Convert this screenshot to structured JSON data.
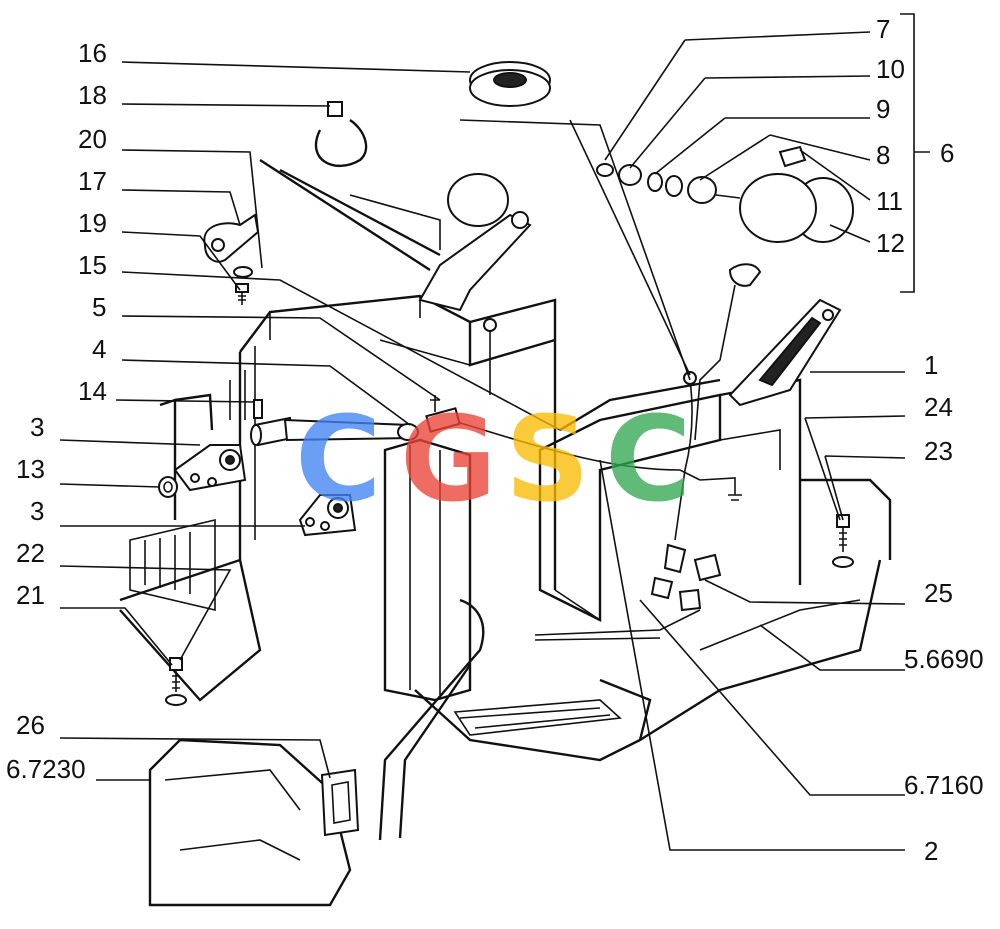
{
  "watermark": {
    "letters": [
      "C",
      "G",
      "S",
      "C"
    ],
    "colors": [
      "#4285F4",
      "#EA4335",
      "#FBBC05",
      "#34A853"
    ]
  },
  "labels": {
    "l16": "16",
    "l18": "18",
    "l20": "20",
    "l17": "17",
    "l19": "19",
    "l15": "15",
    "l5": "5",
    "l4": "4",
    "l14": "14",
    "l3a": "3",
    "l13": "13",
    "l3b": "3",
    "l22": "22",
    "l21": "21",
    "l26": "26",
    "l6_7230": "6.7230",
    "l7": "7",
    "l10": "10",
    "l9": "9",
    "l8": "8",
    "l6": "6",
    "l11": "11",
    "l12": "12",
    "l1": "1",
    "l24": "24",
    "l23": "23",
    "l25": "25",
    "l5_6690": "5.6690",
    "l6_7160": "6.7160",
    "l2": "2"
  }
}
